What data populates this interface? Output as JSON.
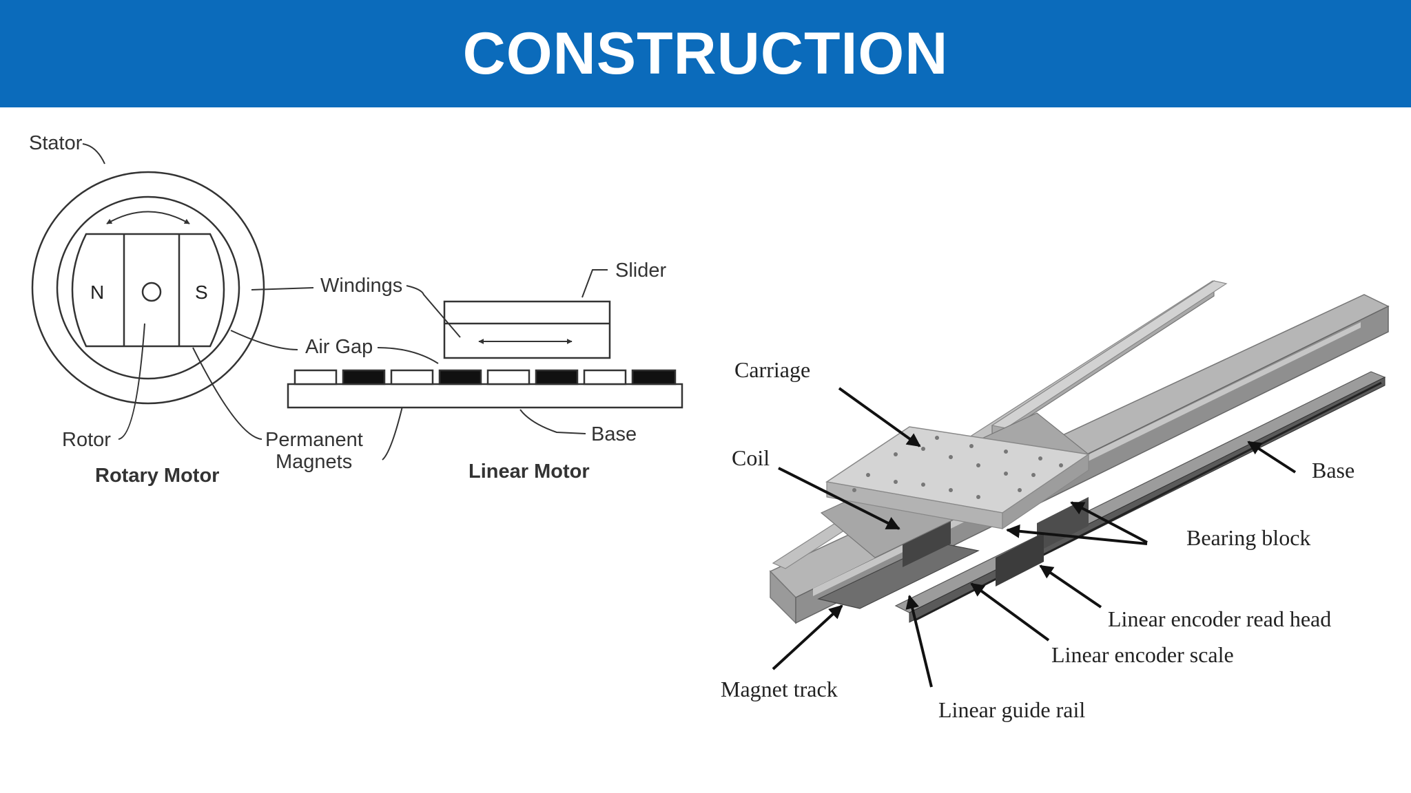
{
  "header": {
    "title": "CONSTRUCTION"
  },
  "left_diagram": {
    "stator": "Stator",
    "pole_n": "N",
    "pole_s": "S",
    "windings": "Windings",
    "slider": "Slider",
    "air_gap": "Air Gap",
    "rotor": "Rotor",
    "permanent": "Permanent",
    "magnets": "Magnets",
    "base": "Base",
    "rotary_caption": "Rotary Motor",
    "linear_caption": "Linear Motor"
  },
  "right_diagram": {
    "carriage": "Carriage",
    "coil": "Coil",
    "base": "Base",
    "bearing_block": "Bearing block",
    "encoder_head": "Linear encoder read head",
    "encoder_scale": "Linear encoder scale",
    "magnet_track": "Magnet track",
    "guide_rail": "Linear guide rail"
  },
  "colors": {
    "header_bg": "#0b6bbb",
    "header_text": "#ffffff"
  }
}
